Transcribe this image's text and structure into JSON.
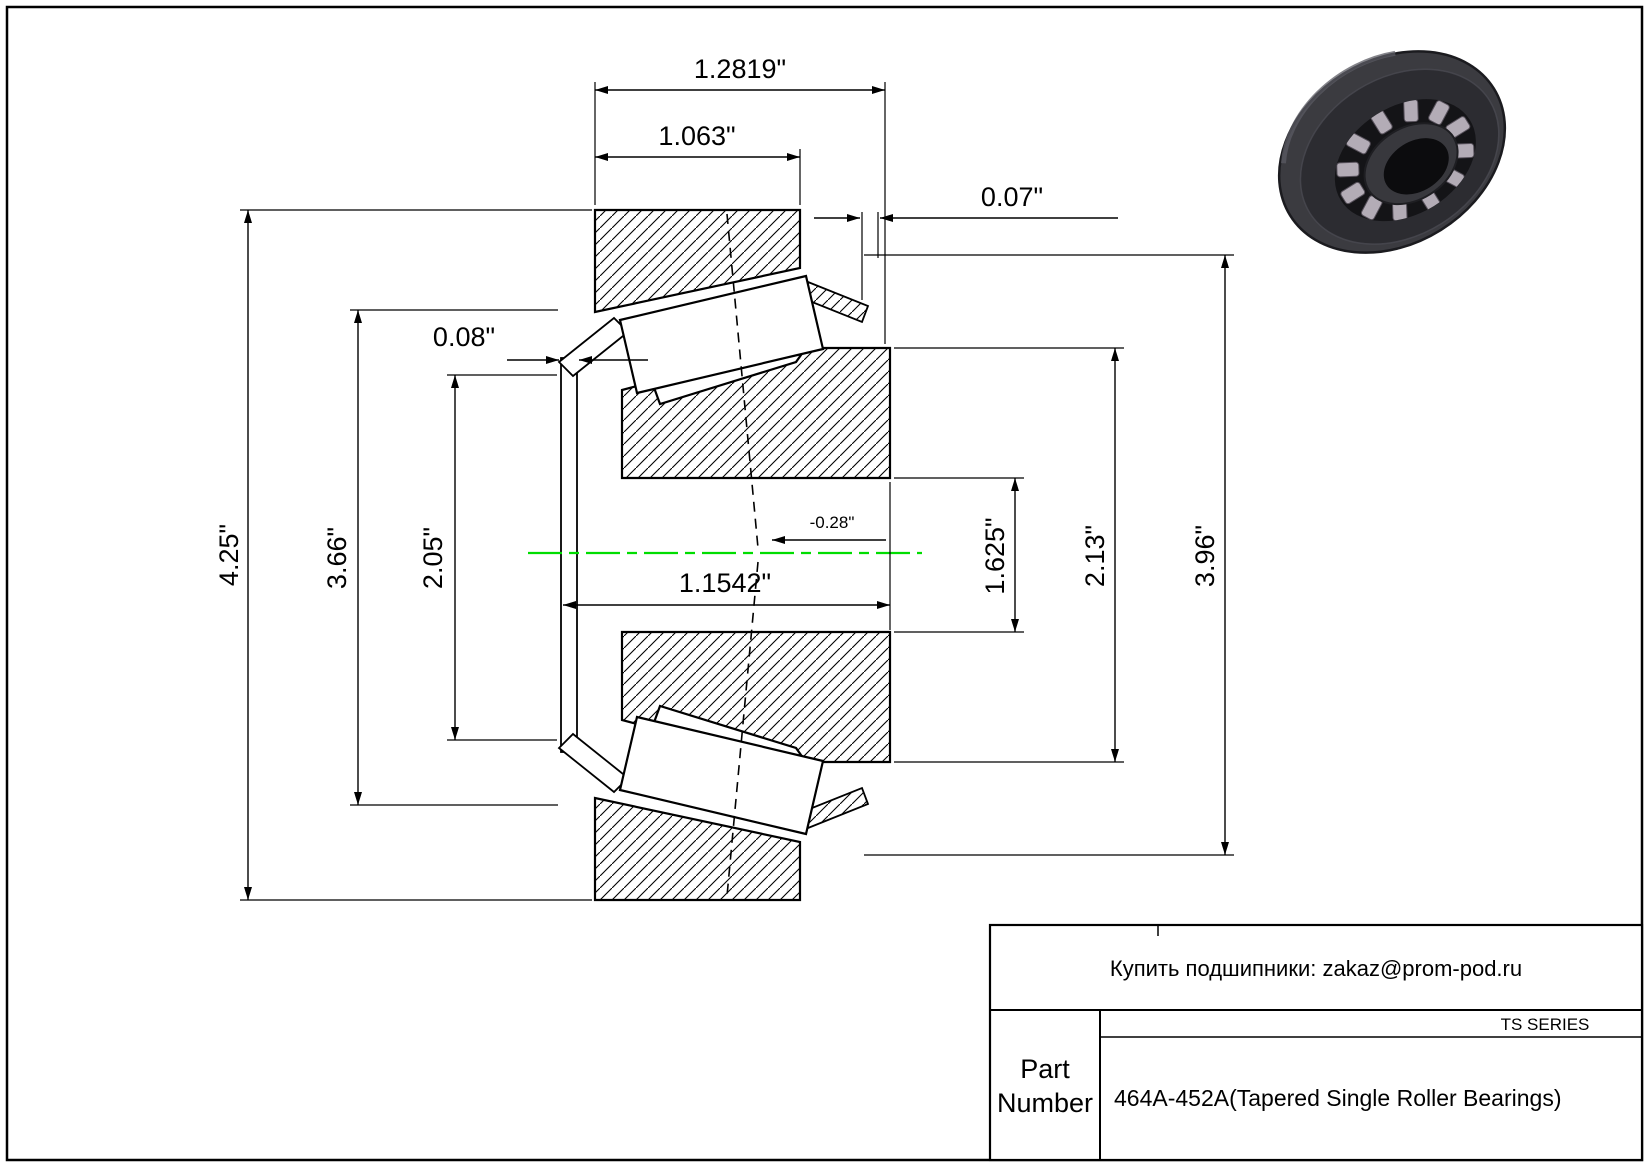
{
  "dims": {
    "d1_2819": "1.2819\"",
    "d1_063": "1.063\"",
    "d0_07": "0.07\"",
    "d0_08": "0.08\"",
    "d4_25": "4.25\"",
    "d3_66": "3.66\"",
    "d2_05": "2.05\"",
    "d1_1542": "1.1542\"",
    "dm0_28": "-0.28\"",
    "d1_625": "1.625\"",
    "d2_13": "2.13\"",
    "d3_96": "3.96\""
  },
  "colors": {
    "centerline": "#00dd00",
    "line": "#000000"
  },
  "title_block": {
    "contact": "Купить подшипники: zakaz@prom-pod.ru",
    "series": "TS SERIES",
    "part_label_line1": "Part",
    "part_label_line2": "Number",
    "part_number": "464A-452A(Tapered Single Roller Bearings)"
  },
  "render": {
    "description": "tapered-roller-bearing-3d-view"
  }
}
